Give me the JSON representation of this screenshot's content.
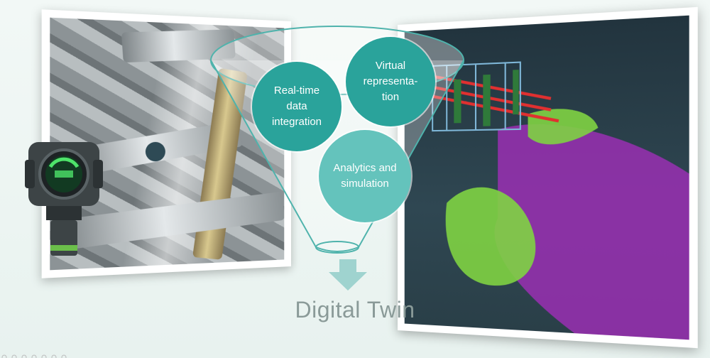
{
  "diagram": {
    "title": "Digital Twin",
    "bubbles": [
      {
        "label": "Real-time data integration"
      },
      {
        "label": "Virtual representa- tion"
      },
      {
        "label": "Analytics and simulation"
      }
    ]
  },
  "colors": {
    "bubble_dark": "#2aa39b",
    "bubble_light": "#64c3bc",
    "arrow": "#9fd3cf",
    "title": "#8a9a98"
  },
  "icons": {
    "left_image": "industrial-pipework-photo",
    "right_image": "3d-plant-gas-plume-model",
    "device": "gas-detector-device",
    "arrow": "down-arrow-icon"
  }
}
